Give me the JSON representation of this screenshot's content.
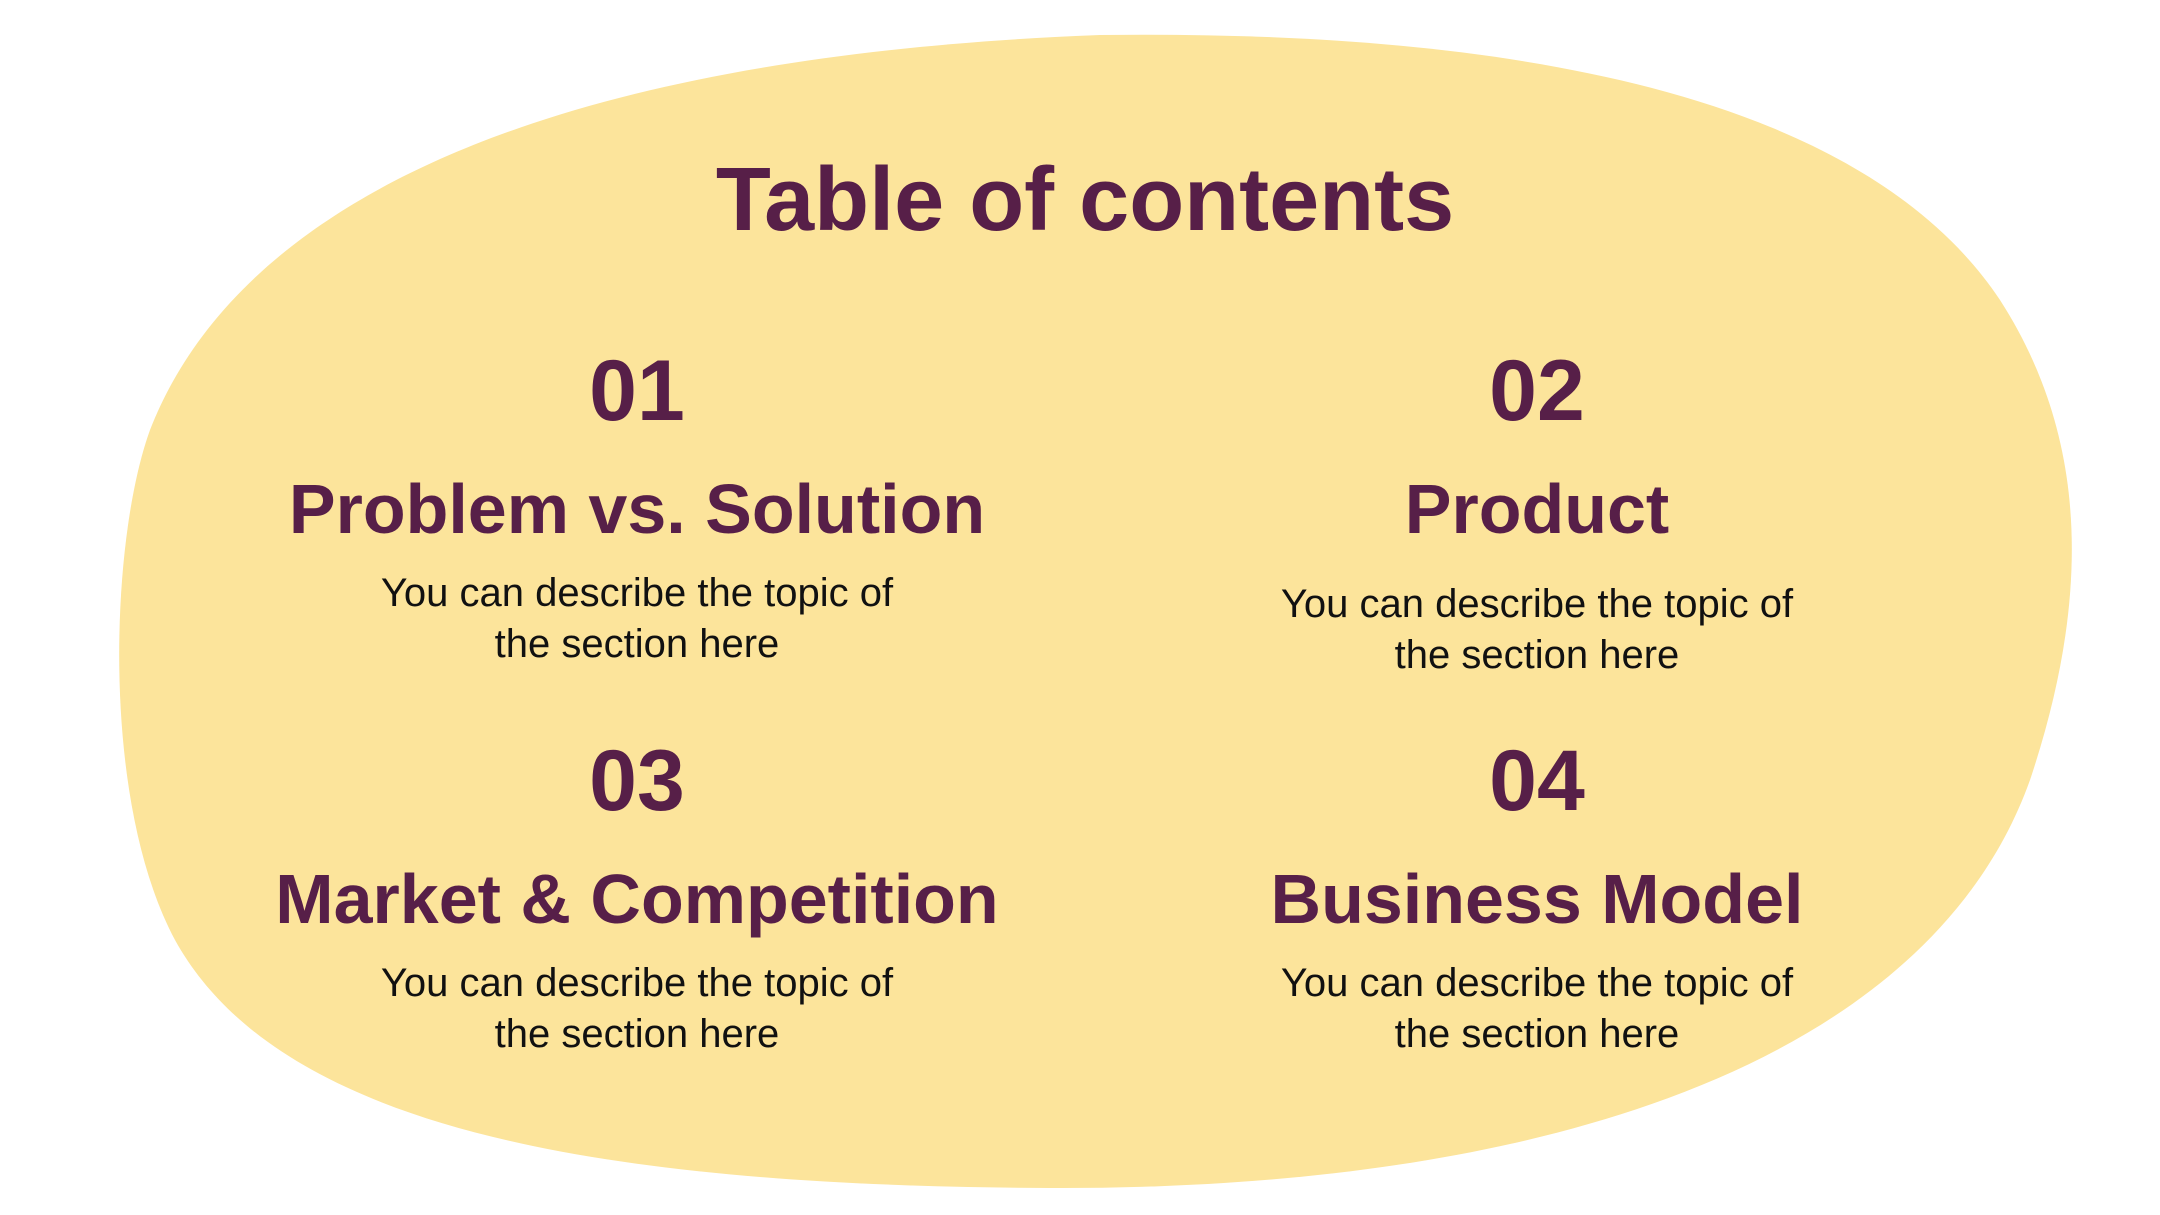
{
  "slide": {
    "title": "Table of contents",
    "background_color": "#ffffff",
    "blob_color": "#fce49b",
    "text_color": "#571f48",
    "sections": [
      {
        "number": "01",
        "heading": "Problem vs. Solution",
        "description": "You can describe the topic of the section here"
      },
      {
        "number": "02",
        "heading": "Product",
        "description": "You can describe the topic of the section here"
      },
      {
        "number": "03",
        "heading": "Market & Competition",
        "description": "You can describe the topic of the section here"
      },
      {
        "number": "04",
        "heading": "Business Model",
        "description": "You can describe the topic of the section here"
      }
    ]
  }
}
